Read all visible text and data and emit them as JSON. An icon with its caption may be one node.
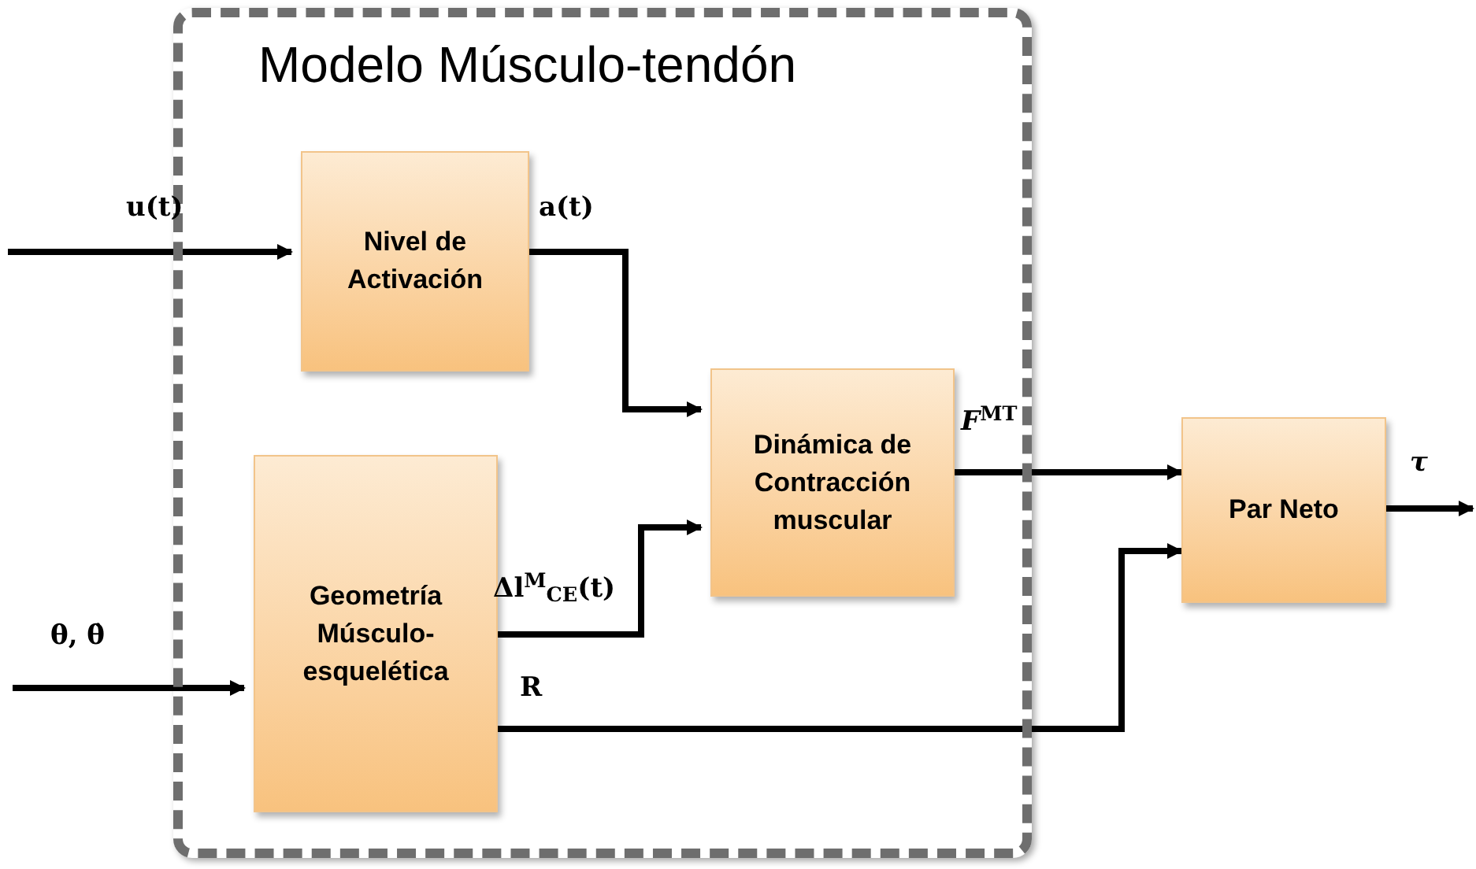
{
  "diagram": {
    "nodes": [
      {
        "text": [
          "Modelo Músculo-tendón"
        ]
      },
      {
        "text": [
          "Nivel de Activación"
        ],
        "in": 0
      },
      {
        "text": [
          "Dinámica de Contracción muscular"
        ],
        "in": 0
      },
      {
        "text": [
          "Geometría Músculo-esquelética"
        ],
        "in": 0
      },
      {
        "text": [
          "Par Neto"
        ]
      }
    ],
    "edges": [
      {
        "from": null,
        "to": 1,
        "arrow": "to",
        "label": "u(t)"
      },
      {
        "from": 1,
        "to": 2,
        "arrow": "to",
        "label": "a(t)"
      },
      {
        "from": 3,
        "to": 2,
        "arrow": "to",
        "label": "Δl$^{M}$$_{CE}$(t)"
      },
      {
        "from": 2,
        "to": 4,
        "arrow": "to",
        "label": "*F*$^{MT}$"
      },
      {
        "from": 3,
        "to": 4,
        "arrow": "to",
        "label": "R"
      },
      {
        "from": 4,
        "to": null,
        "arrow": "to",
        "label": "*τ*"
      },
      {
        "from": null,
        "to": 3,
        "arrow": "to",
        "label": "θ, θ̇"
      }
    ]
  }
}
